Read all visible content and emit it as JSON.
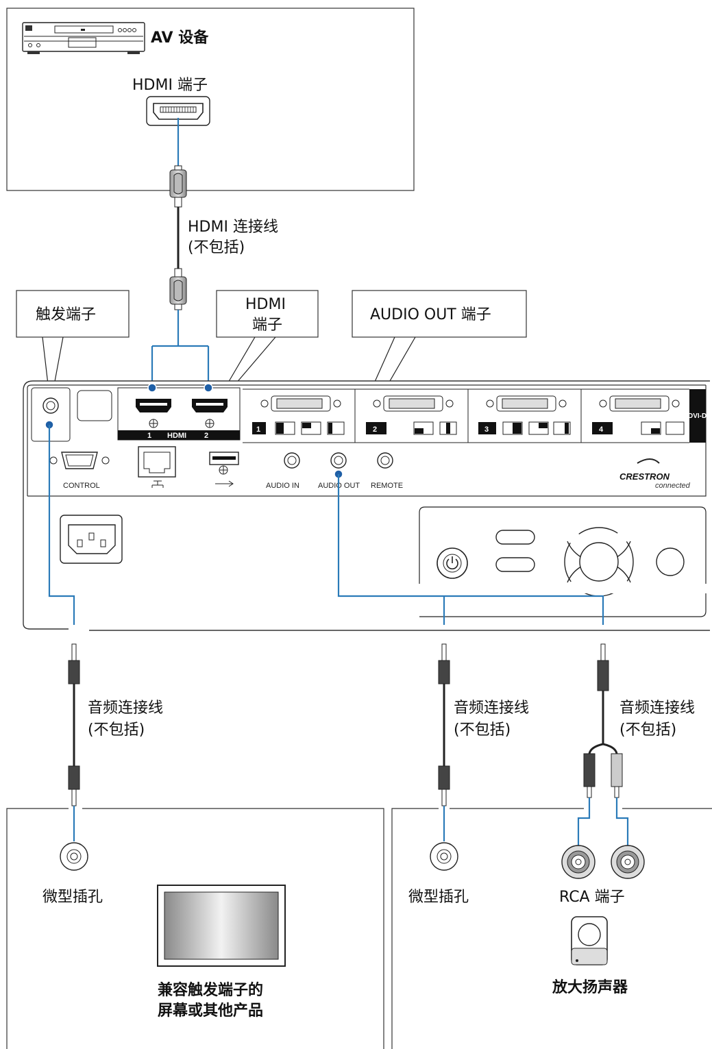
{
  "av_device": {
    "title": "AV 设备",
    "hdmi_port_label": "HDMI 端子"
  },
  "hdmi_cable": {
    "label_line1": "HDMI 连接线",
    "label_line2": "(不包括)"
  },
  "callouts": {
    "trigger": "触发端子",
    "hdmi_line1": "HDMI",
    "hdmi_line2": "端子",
    "audio_out": "AUDIO OUT 端子"
  },
  "projector_panel": {
    "hdmi_bar": "1     HDMI     2",
    "hdmi_bar_text": "HDMI",
    "hdmi_num1": "1",
    "hdmi_num2": "2",
    "dvi_numbers": [
      "1",
      "2",
      "3",
      "4"
    ],
    "dvi_label": "DVI-D",
    "control": "CONTROL",
    "audio_in": "AUDIO IN",
    "audio_out": "AUDIO OUT",
    "remote": "REMOTE",
    "brand_line1": "CRESTRON",
    "brand_line2": "connected"
  },
  "audio_cables": [
    {
      "label_line1": "音频连接线",
      "label_line2": "(不包括)"
    },
    {
      "label_line1": "音频连接线",
      "label_line2": "(不包括)"
    },
    {
      "label_line1": "音频连接线",
      "label_line2": "(不包括)"
    }
  ],
  "left_device": {
    "jack_label": "微型插孔",
    "title_line1": "兼容触发端子的",
    "title_line2": "屏幕或其他产品"
  },
  "right_device": {
    "jack_label": "微型插孔",
    "rca_label": "RCA 端子",
    "title": "放大扬声器"
  },
  "icons": [
    "av-player-icon",
    "hdmi-port-icon",
    "hdmi-plug-icon",
    "mini-plug-icon",
    "rca-plug-icon",
    "rca-jack-icon",
    "mini-jack-icon",
    "display-screen-icon",
    "speaker-icon",
    "power-icon",
    "ac-inlet-icon",
    "lan-port-icon",
    "usb-port-icon",
    "serial-port-icon",
    "dvi-port-icon"
  ],
  "colors": {
    "wire": "#2a7ab8",
    "dot": "#1f5fa6"
  }
}
